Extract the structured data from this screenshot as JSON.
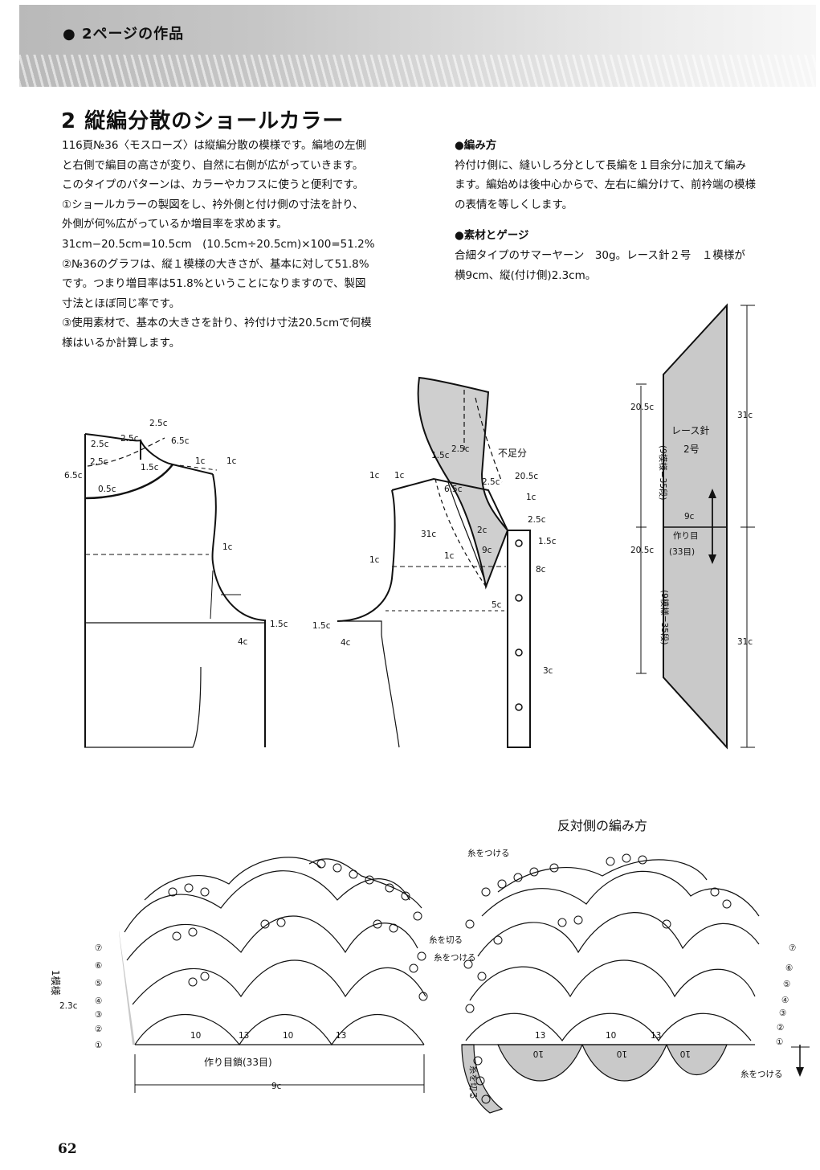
{
  "header": {
    "section_label": "● 2ページの作品"
  },
  "title": "2 縦編分散のショールカラー",
  "left_column": {
    "paragraphs": [
      "116頁№36〈モスローズ〉は縦編分散の模様です。編地の左側",
      "と右側で編目の高さが変り、自然に右側が広がっていきます。",
      "このタイプのパターンは、カラーやカフスに使うと便利です。",
      "①ショールカラーの製図をし、衿外側と付け側の寸法を計り、",
      "外側が何%広がっているか増目率を求めます。",
      "31cm−20.5cm=10.5cm　(10.5cm÷20.5cm)×100=51.2%",
      "②№36のグラフは、縦１模様の大きさが、基本に対して51.8%",
      "です。つまり増目率は51.8%ということになりますので、製図",
      "寸法とほぼ同じ率です。",
      "③使用素材で、基本の大きさを計り、衿付け寸法20.5cmで何模",
      "様はいるか計算します。"
    ]
  },
  "right_column": {
    "knit_heading": "●編み方",
    "knit_lines": [
      "衿付け側に、縫いしろ分として長編を１目余分に加えて編み",
      "ます。編始めは後中心からで、左右に編分けて、前衿端の模様",
      "の表情を等しくします。"
    ],
    "material_heading": "●素材とゲージ",
    "material_lines": [
      "合細タイプのサマーヤーン　30g。レース針２号　１模様が",
      "横9cm、縦(付け側)2.3cm。"
    ]
  },
  "diagram_labels": {
    "back": {
      "m1": "2.5c",
      "m2": "2.5c",
      "m3": "2.5c",
      "m4": "2.5c",
      "m5": "6.5c",
      "m6": "6.5c",
      "m7": "1.5c",
      "m8": "0.5c",
      "m9": "1c",
      "m10": "1c",
      "m11": "1c",
      "m12": "1.5c",
      "m13": "4c"
    },
    "front": {
      "m1": "1c",
      "m2": "1c",
      "m3": "1.5c",
      "m4": "2.5c",
      "m5": "不足分",
      "m6": "20.5c",
      "m7": "6.5c",
      "m8": "2.5c",
      "m9": "1c",
      "m10": "2.5c",
      "m11": "31c",
      "m12": "2c",
      "m13": "1c",
      "m14": "9c",
      "m15": "1.5c",
      "m16": "8c",
      "m17": "1c",
      "m18": "5c",
      "m19": "1.5c",
      "m20": "4c",
      "m21": "3c"
    },
    "collar": {
      "hook": "レース針",
      "hook_size": "2号",
      "width": "9c",
      "start": "作り目",
      "start_count": "(33目)",
      "outer": "31c",
      "outer2": "31c",
      "upper_len": "20.5c",
      "upper_note": "(9模様=35段)",
      "lower_len": "20.5c",
      "lower_note": "(9模様=35段)"
    }
  },
  "crochet_chart": {
    "left": {
      "rows": [
        "⑦",
        "⑥",
        "⑤",
        "④",
        "③",
        "②",
        "①"
      ],
      "repeat_label": "1模様",
      "repeat_height": "2.3c",
      "fan_counts": [
        "10",
        "13",
        "10",
        "13"
      ],
      "foundation": "作り目鎖(33目)",
      "width": "9c"
    },
    "right": {
      "caption": "反対側の編み方",
      "rows": [
        "⑦",
        "⑥",
        "⑤",
        "④",
        "③",
        "②",
        "①"
      ],
      "yarn_attach_top": "糸をつける",
      "yarn_cut": "糸を切る",
      "yarn_attach": "糸をつける",
      "yarn_cut_side": "糸を切る",
      "yarn_attach_bottom": "糸をつける",
      "fan_counts": [
        "13",
        "10",
        "13"
      ],
      "mirror_counts": [
        "10",
        "10",
        "10"
      ]
    }
  },
  "page_number": "62"
}
